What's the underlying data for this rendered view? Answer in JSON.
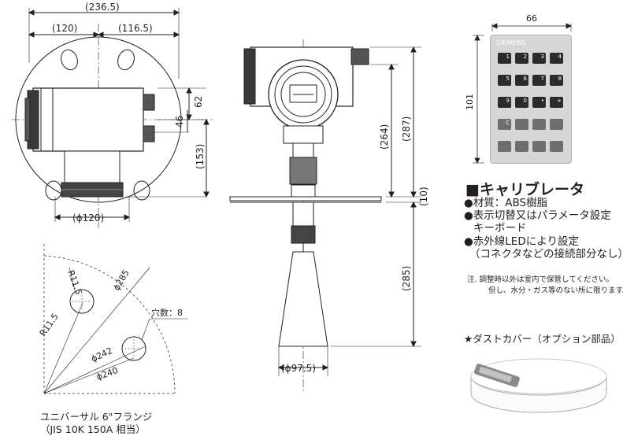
{
  "top_view": {
    "dim_total": "(236.5)",
    "dim_left": "(120)",
    "dim_right": "(116.5)",
    "dim_62": "62",
    "dim_46": "46",
    "dim_153": "(153)",
    "dim_phi120": "(ϕ120)"
  },
  "flange_view": {
    "r_label_1": "R11.5",
    "r_label_2": "R11.5",
    "phi285": "ϕ285",
    "phi242": "ϕ242",
    "phi240": "ϕ240",
    "holes": "穴数：8",
    "caption_line1": "ユニバーサル 6\"フランジ",
    "caption_line2": "（JIS 10K 150A 相当）"
  },
  "side_view": {
    "dim_264": "(264)",
    "dim_287": "(287)",
    "dim_10": "(10)",
    "dim_285": "(285)",
    "dim_phi975": "(ϕ97.5)"
  },
  "calibrator": {
    "width_label": "66",
    "height_label": "101",
    "brand": "SIEMENS",
    "keys": [
      "1",
      "2",
      "3",
      "4",
      "5",
      "6",
      "7",
      "8",
      "9",
      "0",
      "•",
      "+",
      "C",
      "",
      "",
      "",
      "",
      "",
      "",
      ""
    ],
    "title": "■キャリブレータ",
    "items": [
      "●材質：ABS樹脂",
      "●表示切替又はパラメータ設定",
      "キーボード",
      "●赤外線LEDにより設定",
      "（コネクタなどの接続部分なし）"
    ],
    "note_line1": "注. 調整時以外は室内で保管してください。",
    "note_line2": "但し、水分・ガス等のない所に限ります。"
  },
  "option": {
    "label": "★ダストカバー（オプション部品）"
  }
}
